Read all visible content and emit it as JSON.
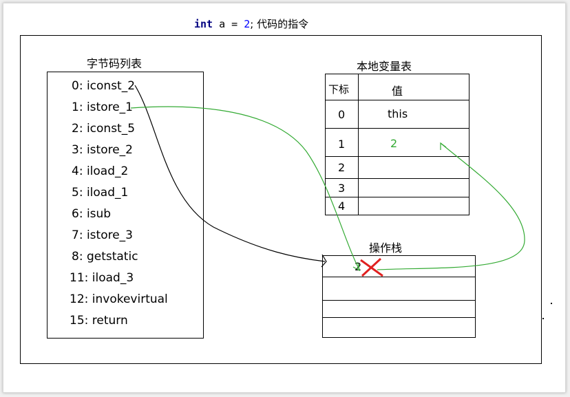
{
  "title": {
    "keyword": "int",
    "code": " a = ",
    "number": "2",
    "rest": "; 代码的指令"
  },
  "bytecode": {
    "heading": "字节码列表",
    "items": [
      "0: iconst_2",
      "1: istore_1",
      "2: iconst_5",
      "3: istore_2",
      "4: iload_2",
      "5: iload_1",
      "6: isub",
      "7: istore_3",
      "8: getstatic",
      "11: iload_3",
      "12: invokevirtual",
      "15: return"
    ]
  },
  "local_vars": {
    "heading": "本地变量表",
    "col_index": "下标",
    "col_value": "值",
    "rows": [
      {
        "index": "0",
        "value": "this"
      },
      {
        "index": "1",
        "value": "2"
      },
      {
        "index": "2",
        "value": ""
      },
      {
        "index": "3",
        "value": ""
      },
      {
        "index": "4",
        "value": ""
      }
    ]
  },
  "operand_stack": {
    "heading": "操作栈",
    "top_value": "2"
  },
  "colors": {
    "green_arrow": "#33aa33",
    "black_arrow": "#000000",
    "cross": "#e02020",
    "value_green": "#33aa33"
  }
}
